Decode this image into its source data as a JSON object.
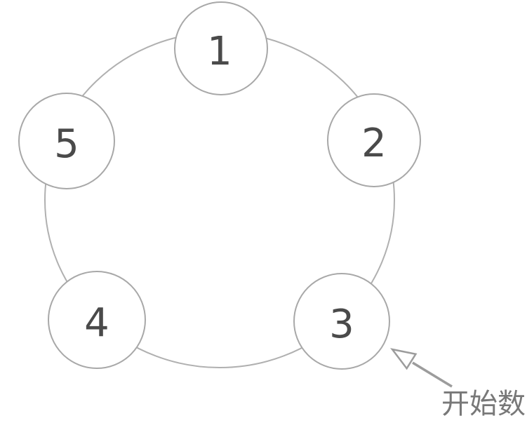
{
  "diagram": {
    "nodes": [
      {
        "label": "1"
      },
      {
        "label": "2"
      },
      {
        "label": "3"
      },
      {
        "label": "4"
      },
      {
        "label": "5"
      }
    ],
    "annotation": {
      "text": "开始数",
      "points_to_node": "3"
    },
    "colors": {
      "background": "#ffffff",
      "ring_stroke": "#b0b0b0",
      "node_stroke": "#a8a8a8",
      "node_fill": "#ffffff",
      "number": "#4a4a4a",
      "arrow": "#9c9c9c",
      "annotation_text": "#787878"
    }
  }
}
